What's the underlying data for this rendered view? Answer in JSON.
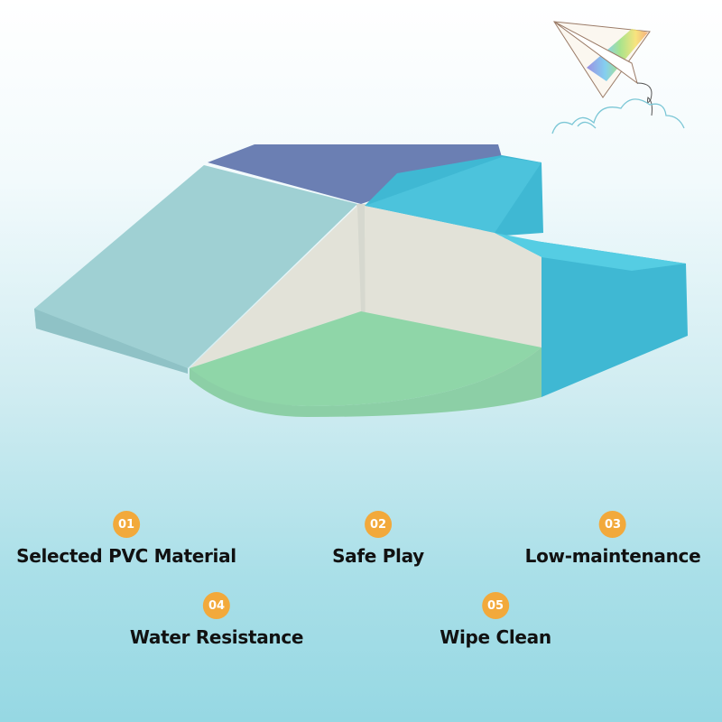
{
  "features": [
    {
      "number": "01",
      "label": "Selected PVC Material"
    },
    {
      "number": "02",
      "label": "Safe Play"
    },
    {
      "number": "03",
      "label": "Low-maintenance"
    },
    {
      "number": "04",
      "label": "Water Resistance"
    },
    {
      "number": "05",
      "label": "Wipe Clean"
    }
  ],
  "colors": {
    "badge": "#f2a93b",
    "blue_block": "#6b7fb3",
    "slope_block": "#9fd0d3",
    "step_block": "#3fb8d3",
    "quarter_block": "#8fd6a8",
    "side_faces": "#dfe0d6"
  }
}
